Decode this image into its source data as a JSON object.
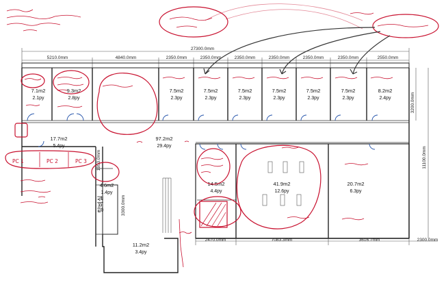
{
  "dimensions": {
    "total_width": "27300.0mm",
    "top": [
      "5210.0mm",
      "4840.0mm",
      "2350.0mm",
      "2350.0mm",
      "2350.0mm",
      "2350.0mm",
      "2350.0mm",
      "2350.0mm",
      "2550.0mm"
    ],
    "bottom": [
      "2470.0mm",
      "7083.3mm",
      "3616.7mm",
      "2300.0mm"
    ],
    "right_height": "3200.0mm",
    "total_height": "11100.0mm",
    "side_1": "1950.0mm",
    "side_2": "3300.0mm"
  },
  "rooms": {
    "r1": {
      "area": "7.1m2",
      "py": "2.1py"
    },
    "r2": {
      "area": "9.3m2",
      "py": "2.8py"
    },
    "r3": {
      "area": "7.5m2",
      "py": "2.3py"
    },
    "r4": {
      "area": "7.5m2",
      "py": "2.3py"
    },
    "r5": {
      "area": "7.5m2",
      "py": "2.3py"
    },
    "r6": {
      "area": "7.5m2",
      "py": "2.3py"
    },
    "r7": {
      "area": "7.5m2",
      "py": "2.3py"
    },
    "r8": {
      "area": "7.5m2",
      "py": "2.3py"
    },
    "r9": {
      "area": "8.2m2",
      "py": "2.4py"
    },
    "left": {
      "area": "17.7m2",
      "py": "5.4py"
    },
    "hall": {
      "area": "97.2m2",
      "py": "29.4py"
    },
    "small": {
      "area": "4.6m2",
      "py": "1.4py"
    },
    "b1": {
      "area": "14.5m2",
      "py": "4.4py"
    },
    "b2": {
      "area": "41.9m2",
      "py": "12.6py"
    },
    "b3": {
      "area": "20.7m2",
      "py": "6.3py"
    },
    "bottom": {
      "area": "11.2m2",
      "py": "3.4py"
    }
  },
  "labels": {
    "stair": "탕비실"
  },
  "pc_boxes": [
    "PC 1",
    "PC 2",
    "PC 3"
  ],
  "colors": {
    "annotation": "#c8102e",
    "wall": "#222222",
    "door": "#1f4fa8"
  }
}
